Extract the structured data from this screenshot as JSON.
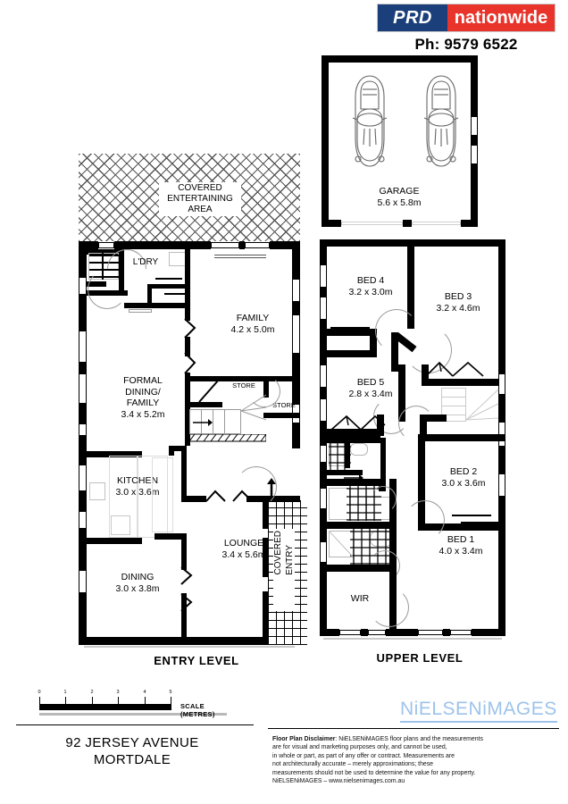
{
  "branding": {
    "prd_left": "PRD",
    "prd_right": "nationwide",
    "phone": "Ph: 9579 6522",
    "photographer": "NiELSENiMAGES",
    "colors": {
      "prd_blue": "#1b3f7a",
      "prd_red": "#e8342a",
      "logo_blue": "#9dc3ec",
      "wall": "#000000"
    }
  },
  "address": {
    "street": "92 JERSEY AVENUE",
    "suburb": "MORTDALE"
  },
  "scale": {
    "caption": "SCALE (METRES)",
    "ticks": [
      "0",
      "1",
      "2",
      "3",
      "4",
      "5"
    ]
  },
  "levels": {
    "entry": "ENTRY LEVEL",
    "upper": "UPPER LEVEL"
  },
  "garage": {
    "name": "GARAGE",
    "dims": "5.6 x 5.8m",
    "cars": 2
  },
  "entry_level": {
    "rooms": [
      {
        "name": "COVERED\nENTERTAINING\nAREA",
        "label": "COVERED",
        "label2": "ENTERTAINING",
        "label3": "AREA",
        "dims": ""
      },
      {
        "name": "L'DRY",
        "dims": ""
      },
      {
        "name": "FAMILY",
        "dims": "4.2 x 5.0m"
      },
      {
        "name": "FORMAL",
        "name2": "DINING/",
        "name3": "FAMILY",
        "dims": "3.4 x 5.2m"
      },
      {
        "name": "KITCHEN",
        "dims": "3.0 x 3.6m"
      },
      {
        "name": "DINING",
        "dims": "3.0 x 3.8m"
      },
      {
        "name": "LOUNGE",
        "dims": "3.4 x 5.6m"
      },
      {
        "name": "STORE",
        "dims": ""
      },
      {
        "name": "STORE",
        "dims": ""
      },
      {
        "name": "COVERED",
        "name2": "ENTRY",
        "dims": ""
      }
    ],
    "labels": {
      "covered_ent_1": "COVERED",
      "covered_ent_2": "ENTERTAINING",
      "covered_ent_3": "AREA",
      "laundry": "L'DRY",
      "family": "FAMILY",
      "family_dims": "4.2 x 5.0m",
      "formal_1": "FORMAL",
      "formal_2": "DINING/",
      "formal_3": "FAMILY",
      "formal_dims": "3.4 x 5.2m",
      "kitchen": "KITCHEN",
      "kitchen_dims": "3.0 x 3.6m",
      "dining": "DINING",
      "dining_dims": "3.0 x 3.8m",
      "lounge": "LOUNGE",
      "lounge_dims": "3.4 x 5.6m",
      "store_1": "STORE",
      "store_2": "STORE",
      "covered_entry_1": "COVERED",
      "covered_entry_2": "ENTRY"
    }
  },
  "upper_level": {
    "labels": {
      "bed4": "BED 4",
      "bed4_dims": "3.2 x 3.0m",
      "bed3": "BED 3",
      "bed3_dims": "3.2 x 4.6m",
      "bed5": "BED 5",
      "bed5_dims": "2.8 x 3.4m",
      "bed2": "BED 2",
      "bed2_dims": "3.0 x 3.6m",
      "bed1": "BED 1",
      "bed1_dims": "4.0 x 3.4m",
      "wir": "WIR"
    },
    "bedrooms": [
      {
        "name": "BED 1",
        "dims": "4.0 x 3.4m"
      },
      {
        "name": "BED 2",
        "dims": "3.0 x 3.6m"
      },
      {
        "name": "BED 3",
        "dims": "3.2 x 4.6m"
      },
      {
        "name": "BED 4",
        "dims": "3.2 x 3.0m"
      },
      {
        "name": "BED 5",
        "dims": "2.8 x 3.4m"
      }
    ]
  },
  "disclaimer": {
    "heading": "Floor Plan Disclaimer",
    "line1": ": NiELSENiMAGES floor plans and the measurements",
    "line2": "are for visual and marketing purposes only, and cannot be used,",
    "line3": "in whole or part, as part of any offer or contract. Measurements are",
    "line4": "not architecturally accurate – merely approximations; these",
    "line5": "measurements should not be used to determine the value for any property.",
    "line6": "NiELSENiMAGES – www.nielsenimages.com.au"
  }
}
